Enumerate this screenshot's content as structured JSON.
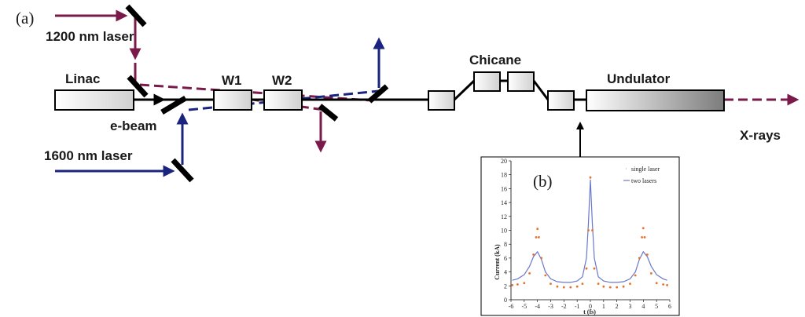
{
  "panel_a_label": "(a)",
  "panel_b_label": "(b)",
  "labels": {
    "laser_1200": "1200 nm laser",
    "laser_1600": "1600 nm laser",
    "linac": "Linac",
    "ebeam": "e-beam",
    "w1": "W1",
    "w2": "W2",
    "chicane": "Chicane",
    "undulator": "Undulator",
    "xrays": "X-rays"
  },
  "colors": {
    "laser_1200": "#7a1a4a",
    "laser_1600": "#1a237e",
    "beam": "#000000",
    "single_laser": "#e8702a",
    "two_lasers": "#6b78c8"
  },
  "chart_data": {
    "type": "line",
    "xlabel": "t (fs)",
    "ylabel": "Current (kA)",
    "xlim": [
      -6,
      6
    ],
    "ylim": [
      0,
      20
    ],
    "xticks": [
      -6,
      -5,
      -4,
      -3,
      -2,
      -1,
      0,
      1,
      2,
      3,
      4,
      5,
      6
    ],
    "yticks": [
      0,
      2,
      4,
      6,
      8,
      10,
      12,
      14,
      16,
      18,
      20
    ],
    "legend_position": "top-right",
    "series": [
      {
        "name": "single laser",
        "style": "points",
        "x": [
          -5.9,
          -5.5,
          -5.0,
          -4.6,
          -4.3,
          -4.1,
          -4.0,
          -3.9,
          -3.7,
          -3.4,
          -3.0,
          -2.5,
          -2.0,
          -1.5,
          -1.0,
          -0.6,
          -0.3,
          -0.15,
          0.0,
          0.15,
          0.3,
          0.6,
          1.0,
          1.5,
          2.0,
          2.5,
          3.0,
          3.4,
          3.7,
          3.9,
          4.0,
          4.1,
          4.3,
          4.6,
          5.0,
          5.5,
          5.8
        ],
        "y": [
          2.1,
          2.2,
          2.4,
          3.8,
          6.5,
          9.0,
          10.2,
          9.0,
          6.0,
          3.5,
          2.3,
          1.9,
          1.8,
          1.8,
          1.9,
          2.3,
          4.5,
          10.0,
          17.6,
          10.0,
          4.5,
          2.3,
          1.9,
          1.8,
          1.8,
          1.9,
          2.3,
          3.5,
          6.0,
          9.0,
          10.3,
          9.0,
          6.5,
          3.8,
          2.4,
          2.2,
          2.1
        ]
      },
      {
        "name": "two lasers",
        "style": "line",
        "x": [
          -5.9,
          -5.5,
          -5.0,
          -4.6,
          -4.3,
          -4.0,
          -3.7,
          -3.4,
          -3.0,
          -2.5,
          -2.0,
          -1.5,
          -1.0,
          -0.6,
          -0.3,
          -0.15,
          0.0,
          0.15,
          0.3,
          0.6,
          1.0,
          1.5,
          2.0,
          2.5,
          3.0,
          3.4,
          3.7,
          4.0,
          4.3,
          4.6,
          5.0,
          5.5,
          5.8
        ],
        "y": [
          2.8,
          3.0,
          3.6,
          4.8,
          6.2,
          6.9,
          5.8,
          4.0,
          3.0,
          2.6,
          2.5,
          2.5,
          2.7,
          3.3,
          6.0,
          11.0,
          17.3,
          11.0,
          6.0,
          3.3,
          2.7,
          2.5,
          2.5,
          2.6,
          3.0,
          4.0,
          5.8,
          6.9,
          6.2,
          4.8,
          3.6,
          3.0,
          2.8
        ]
      }
    ]
  }
}
